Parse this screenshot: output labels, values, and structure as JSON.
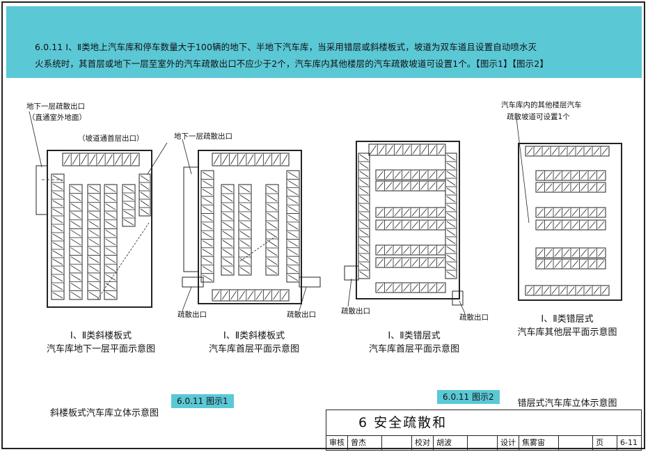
{
  "clause_text_line1": "6.0.11  Ⅰ、Ⅱ类地上汽车库和停车数量大于100辆的地下、半地下汽车库，当采用错层或斜楼板式，坡道为双车道且设置自动喷水灭",
  "clause_text_line2": "火系统时，其首层或地下一层至室外的汽车疏散出口不应少于2个，汽车库内其他楼层的汽车疏散坡道可设置1个。【图示1】【图示2】",
  "labels": {
    "b1_exit": "地下一层疏散出口",
    "b1_exit_note": "（直通室外地面）",
    "ramp_ground_exit": "（坡道通首层出口）",
    "b1_exit_2": "地下一层疏散出口",
    "other_floor_ramp_1": "汽车库内的其他楼层汽车",
    "other_floor_ramp_2": "疏散坡道可设置1个",
    "exit_a": "疏散出口",
    "exit_b": "疏散出口",
    "exit_c": "疏散出口",
    "exit_d": "疏散出口"
  },
  "captions": {
    "plan1_l1": "Ⅰ、Ⅱ类斜楼板式",
    "plan1_l2": "汽车库地下一层平面示意图",
    "plan2_l1": "Ⅰ、Ⅱ类斜楼板式",
    "plan2_l2": "汽车库首层平面示意图",
    "plan3_l1": "Ⅰ、Ⅱ类错层式",
    "plan3_l2": "汽车库首层平面示意图",
    "plan4_l1": "Ⅰ、Ⅱ类错层式",
    "plan4_l2": "汽车库其他层平面示意图",
    "iso1": "斜楼板式汽车库立体示意图",
    "iso2": "错层式汽车库立体示意图"
  },
  "tags": {
    "fig1": "6.0.11 图示1",
    "fig2": "6.0.11 图示2"
  },
  "titleblock": {
    "title": "6 安全疏散和",
    "review": "审核",
    "reviewer": "曾杰",
    "check": "校对",
    "checker": "胡波",
    "design": "设计",
    "designer": "焦雾宙",
    "page_label": "页",
    "page_no": "6-11"
  },
  "colors": {
    "header": "#5bc8d6",
    "line": "#222222"
  }
}
